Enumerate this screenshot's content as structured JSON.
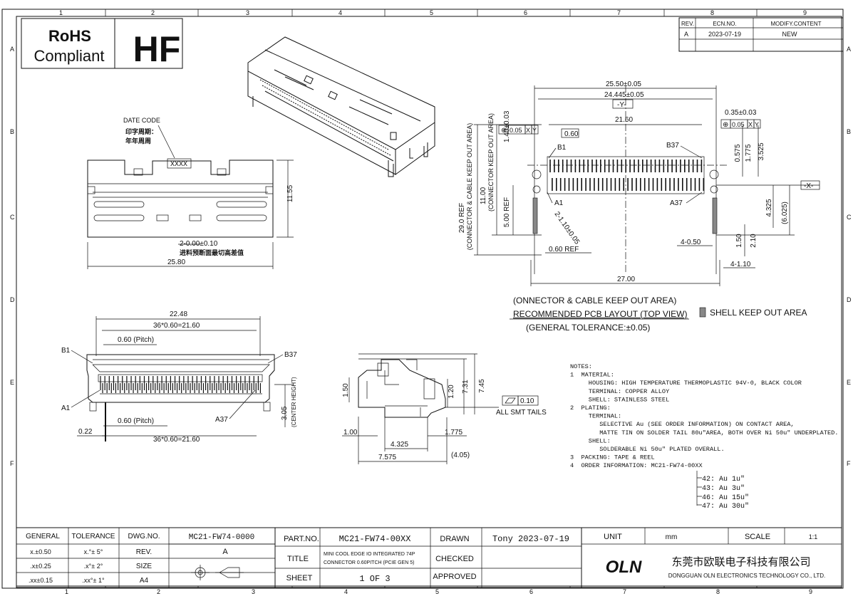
{
  "grid": {
    "cols_top": [
      "1",
      "2",
      "3",
      "4",
      "5",
      "6",
      "7",
      "8",
      "9"
    ],
    "cols_bottom": [
      "1",
      "2",
      "3",
      "4",
      "5",
      "6",
      "7",
      "8",
      "9"
    ],
    "rows": [
      "A",
      "B",
      "C",
      "D",
      "E",
      "F"
    ]
  },
  "badge": {
    "rohs_line1": "RoHS",
    "rohs_line2": "Compliant",
    "hf": "HF"
  },
  "revision": {
    "headers": [
      "REV.",
      "ECN.NO.",
      "MODIFY.CONTENT"
    ],
    "rows": [
      [
        "A",
        "2023-07-19",
        "NEW"
      ]
    ]
  },
  "front_view": {
    "date_code_label": "DATE CODE",
    "date_code_cn1": "印字周期：",
    "date_code_cn2": "年年周周",
    "marking": "XXXX",
    "height": "11.55",
    "width": "25.80",
    "gate_note": "2-0.00±0.10",
    "gate_note_cn": "进料预断面最切高差值"
  },
  "top_view": {
    "overall": "22.48",
    "pitch_span_top": "36*0.60=21.60",
    "pitch_top": "0.60 (Pitch)",
    "b1": "B1",
    "b37": "B37",
    "a1": "A1",
    "a37": "A37",
    "pitch_bottom": "0.60 (Pitch)",
    "pitch_span_bottom": "36*0.60=21.60",
    "offset": "0.22",
    "center_height": "3.05",
    "center_height_label": "(CENTER HEIGHT)"
  },
  "side_view": {
    "h1": "1.50",
    "h2": "1.20",
    "h3": "7.31",
    "h4": "7.45",
    "flatness": "0.10",
    "flatness_note": "ALL SMT TAILS",
    "d1": "1.00",
    "d2": "1.775",
    "d3": "4.325",
    "d4": "7.575",
    "d5": "(4.05)"
  },
  "pcb_layout": {
    "w1": "25.50±0.05",
    "w2": "24.445±0.05",
    "datum_y": "-Y-",
    "w3": "21.60",
    "pitch": "0.60",
    "tol_tl": "0.05",
    "tol_tl_refs": [
      "X",
      "Y"
    ],
    "tol_tr_dim": "0.35±0.03",
    "tol_tr": "0.05",
    "tol_tr_refs": [
      "X",
      "Y"
    ],
    "hole_dim": "1.40±0.03",
    "b1": "B1",
    "b37": "B37",
    "a1": "A1",
    "a37": "A37",
    "v1": "0.575",
    "v2": "1.775",
    "v3": "3.525",
    "datum_x": "-X-",
    "v4": "4.325",
    "v5": "(6.025)",
    "left_ref1": "29.0 REF",
    "left_ref1_sub": "(CONNECTOR & CABLE KEEP OUT AREA)",
    "left_ref2": "11.00",
    "left_ref2_sub": "(CONNECTOR KEEP OUT AREA)",
    "left_ref3": "5.00 REF",
    "slot": "2-1.10±0.05",
    "ref060": "0.60 REF",
    "pad1": "4-0.50",
    "v6": "1.50",
    "v7": "2.10",
    "pad2": "4-1.10",
    "total": "27.00",
    "caption1": "(ONNECTOR & CABLE KEEP OUT AREA)",
    "caption2": "RECOMMENDED PCB LAYOUT (TOP VIEW)",
    "caption3": "(GENERAL TOLERANCE:±0.05)",
    "legend": "SHELL KEEP OUT AREA"
  },
  "notes": [
    "NOTES:",
    "1  MATERIAL:",
    "     HOUSING: HIGH TEMPERATURE THERMOPLASTIC 94V-0, BLACK COLOR",
    "     TERMINAL: COPPER ALLOY",
    "     SHELL: STAINLESS STEEL",
    "2  PLATING:",
    "     TERMINAL:",
    "        SELECTIVE Au (SEE ORDER INFORMATION) ON CONTACT AREA,",
    "        MATTE TIN ON SOLDER TAIL 80u\"AREA, BOTH OVER Ni 50u\" UNDERPLATED.",
    "     SHELL:",
    "        SOLDERABLE Ni 50u\" PLATED OVERALL.",
    "3  PACKING: TAPE & REEL",
    "4  ORDER INFORMATION: MC21-FW74-00XX"
  ],
  "order_options": [
    "42: Au 1u\"",
    "43: Au 3u\"",
    "46: Au 15u\"",
    "47: Au 30u\""
  ],
  "title_block": {
    "general": "GENERAL",
    "tolerance": "TOLERANCE",
    "tol_rows": [
      [
        "x.±0.50",
        "x.°± 5°"
      ],
      [
        ".x±0.25",
        ".x°± 2°"
      ],
      [
        ".xx±0.15",
        ".xx°± 1°"
      ]
    ],
    "dwg_no_label": "DWG.NO.",
    "dwg_no": "MC21-FW74-0000",
    "rev_label": "REV.",
    "rev": "A",
    "size_label": "SIZE",
    "size": "A4",
    "part_no_label": "PART.NO.",
    "part_no": "MC21-FW74-00XX",
    "title_label": "TITLE",
    "title1": "MINI COOL EDGE IO INTEGRATED 74P",
    "title2": "CONNECTOR 0.60PITCH (PCIE GEN 5)",
    "sheet_label": "SHEET",
    "sheet": "1  OF  3",
    "drawn_label": "DRAWN",
    "drawn": "Tony  2023-07-19",
    "checked_label": "CHECKED",
    "approved_label": "APPROVED",
    "unit_label": "UNIT",
    "unit": "mm",
    "scale_label": "SCALE",
    "scale": "1:1",
    "logo": "OLN",
    "company_cn": "东莞市欧联电子科技有限公司",
    "company_en": "DONGGUAN OLN ELECTRONICS TECHNOLOGY CO., LTD."
  }
}
